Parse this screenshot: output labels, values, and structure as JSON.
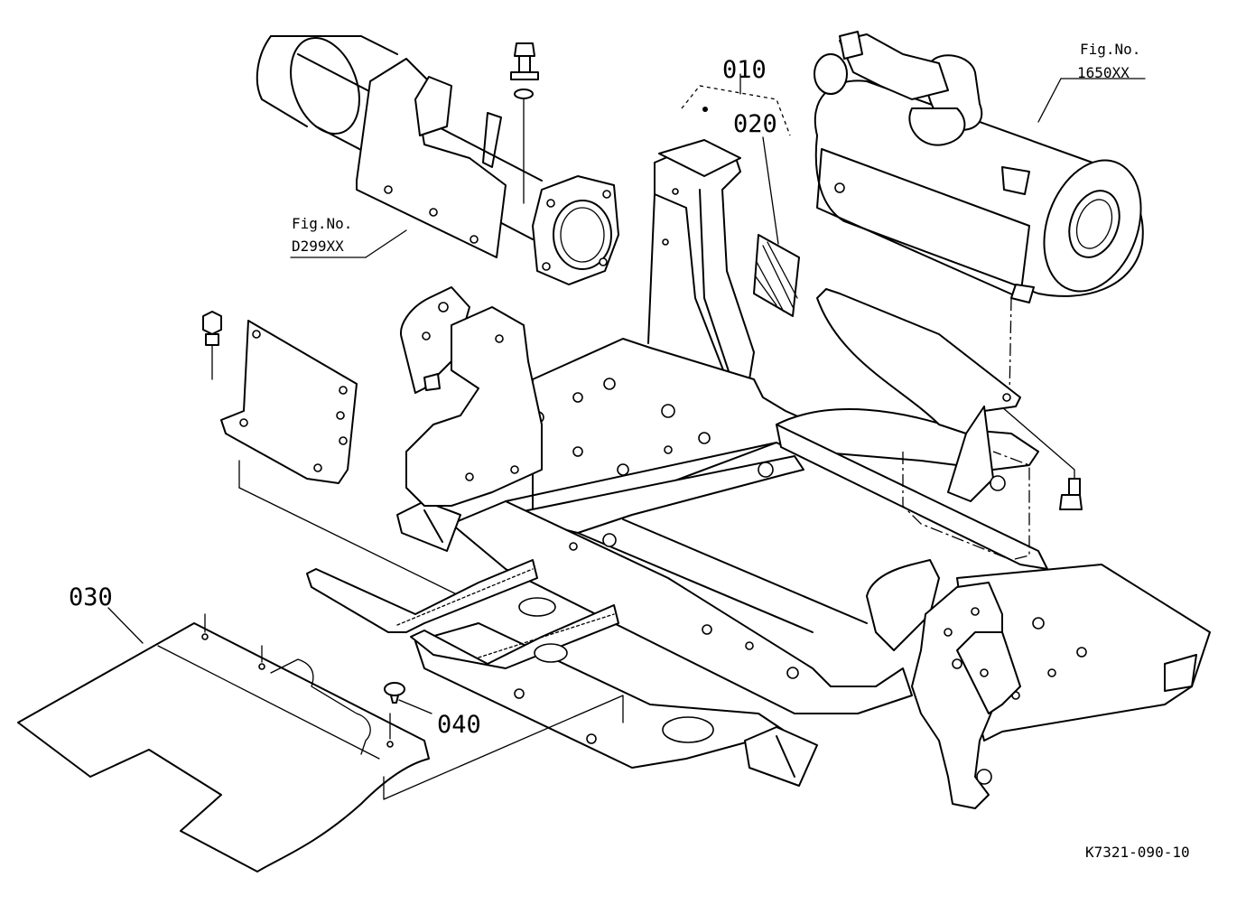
{
  "callouts": {
    "part_010": "010",
    "part_020": "020",
    "part_030": "030",
    "part_040": "040"
  },
  "figure_refs": {
    "left": {
      "title": "Fig.No.",
      "number": "D299XX"
    },
    "right": {
      "title": "Fig.No.",
      "number": "1650XX"
    }
  },
  "drawing_code": "K7321-090-10",
  "colors": {
    "line": "#000000",
    "background": "#ffffff"
  }
}
